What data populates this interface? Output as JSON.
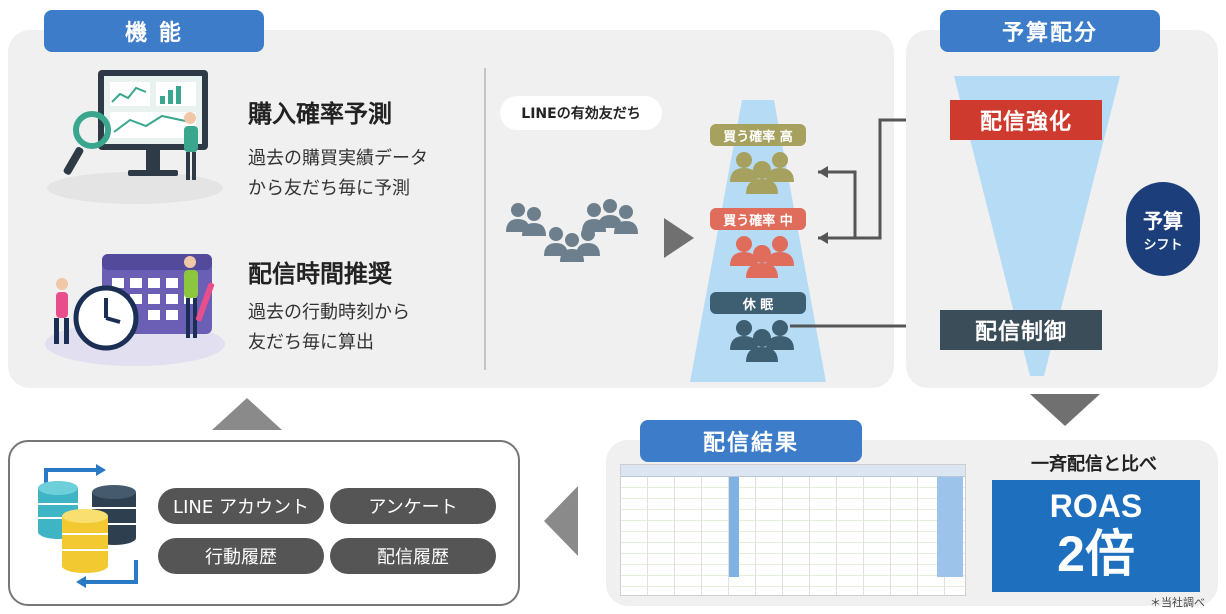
{
  "sections": {
    "features_title": "機 能",
    "budget_title": "予算配分",
    "results_title": "配信結果"
  },
  "features": [
    {
      "title": "購入確率予測",
      "desc_line1": "過去の購買実績データ",
      "desc_line2": "から友だち毎に予測"
    },
    {
      "title": "配信時間推奨",
      "desc_line1": "過去の行動時刻から",
      "desc_line2": "友だち毎に算出"
    }
  ],
  "flow": {
    "line_friends_label": "LINEの有効友だち",
    "segments": [
      {
        "label": "買う確率 高",
        "color": "#a6a15e"
      },
      {
        "label": "買う確率 中",
        "color": "#e06c5c"
      },
      {
        "label": "休 眠",
        "color": "#3e5e72"
      }
    ]
  },
  "budget": {
    "boost_label": "配信強化",
    "control_label": "配信制御",
    "shift_line1": "予算",
    "shift_line2": "シフト"
  },
  "data_sources": [
    "LINE アカウント",
    "アンケート",
    "行動履歴",
    "配信履歴"
  ],
  "results": {
    "compare_label": "一斉配信と比べ",
    "roas_label": "ROAS",
    "multiplier": "2倍",
    "footnote": "＊当社調べ"
  },
  "colors": {
    "accent_blue": "#3d7cc9",
    "boost_red": "#cf3a2f",
    "control_dark": "#3b4d58",
    "roas_blue": "#1f6fbf",
    "navy": "#1c3f7c"
  }
}
